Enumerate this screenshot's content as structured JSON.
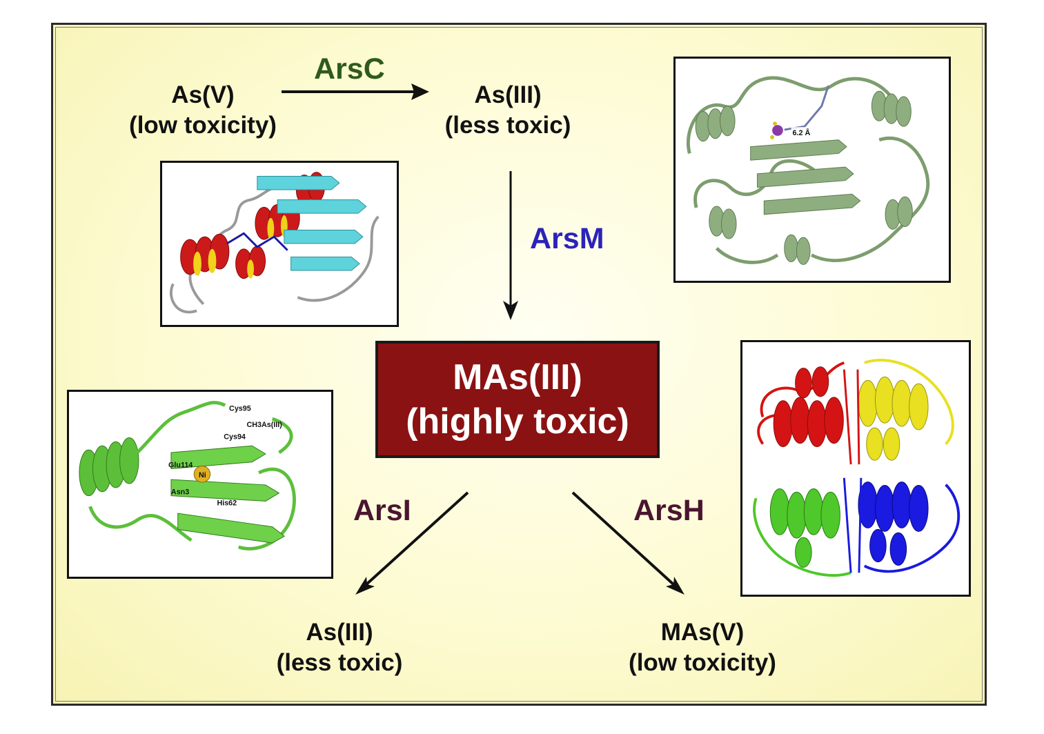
{
  "nodes": {
    "as_v_top": {
      "line1": "As(V)",
      "line2": "(low toxicity)"
    },
    "as_iii_top": {
      "line1": "As(III)",
      "line2": "(less toxic)"
    },
    "mas_iii": {
      "line1": "MAs(III)",
      "line2": "(highly toxic)"
    },
    "as_iii_bottom": {
      "line1": "As(III)",
      "line2": "(less toxic)"
    },
    "mas_v": {
      "line1": "MAs(V)",
      "line2": "(low toxicity)"
    }
  },
  "enzymes": {
    "arsc": {
      "label": "ArsC",
      "color": "#2f5a1e"
    },
    "arsm": {
      "label": "ArsM",
      "color": "#2b23b8"
    },
    "arsi": {
      "label": "ArsI",
      "color": "#4a1530"
    },
    "arsh": {
      "label": "ArsH",
      "color": "#4a1530"
    }
  },
  "structure_labels": {
    "arsm_distance": "6.2 Å",
    "arsi_cys95": "Cys95",
    "arsi_ch3as": "CH3As(III)",
    "arsi_cys94": "Cys94",
    "arsi_glu": "Glu114",
    "arsi_ni": "Ni",
    "arsi_asn": "Asn3",
    "arsi_his": "His62"
  },
  "colors": {
    "center_box": "#8b1212",
    "background": "#fdfbd2"
  }
}
